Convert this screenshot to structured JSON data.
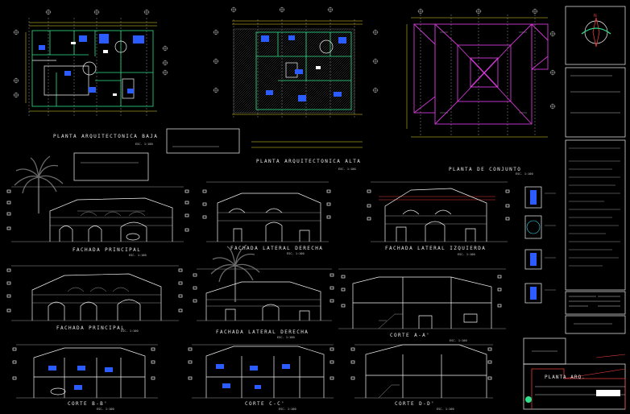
{
  "drawings": {
    "planta_baja": {
      "title": "PLANTA ARQUITECTONICA BAJA",
      "scale": "ESC. 1:100"
    },
    "planta_alta": {
      "title": "PLANTA ARQUITECTONICA ALTA",
      "scale": "ESC. 1:100"
    },
    "planta_conjunto": {
      "title": "PLANTA DE CONJUNTO",
      "scale": "ESC. 1:100"
    },
    "fachada_principal_1": {
      "title": "FACHADA PRINCIPAL",
      "scale": "ESC. 1:100"
    },
    "fachada_lat_der_1": {
      "title": "FACHADA LATERAL DERECHA",
      "scale": "ESC. 1:100"
    },
    "fachada_lat_izq": {
      "title": "FACHADA LATERAL IZQUIERDA",
      "scale": "ESC. 1:100"
    },
    "fachada_principal_2": {
      "title": "FACHADA PRINCIPAL",
      "scale": "ESC. 1:100"
    },
    "fachada_lat_der_2": {
      "title": "FACHADA LATERAL DERECHA",
      "scale": "ESC. 1:100"
    },
    "corte_aa": {
      "title": "CORTE A-A'",
      "scale": "ESC. 1:100"
    },
    "corte_bb": {
      "title": "CORTE B-B'",
      "scale": "ESC. 1:100"
    },
    "corte_cc": {
      "title": "CORTE C-C'",
      "scale": "ESC. 1:100"
    },
    "corte_dd": {
      "title": "CORTE D-D'",
      "scale": "ESC. 1:100"
    }
  },
  "title_block": {
    "north": "N",
    "stamp": "PLANTA ARQ."
  },
  "colors": {
    "background": "#000000",
    "walls": "#2fe08a",
    "roof": "#d23ad6",
    "lines": "#f4f4f4",
    "furniture": "#2a5cff",
    "dims": "#e6df2d"
  }
}
